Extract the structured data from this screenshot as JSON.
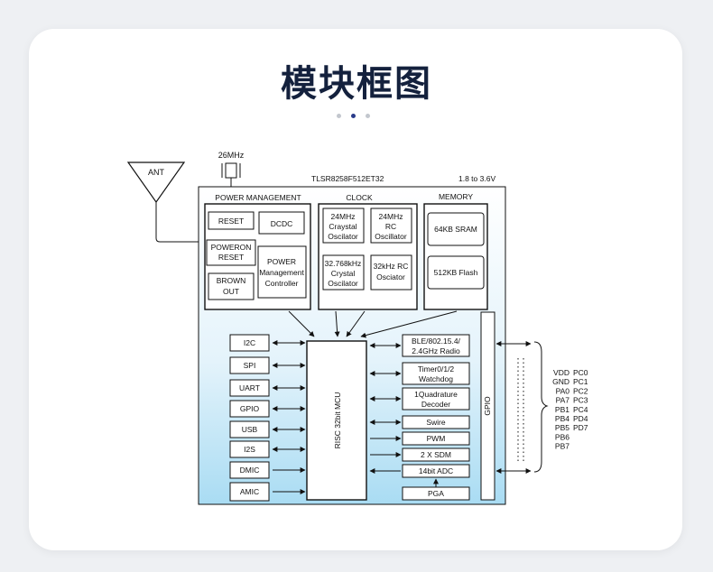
{
  "header": {
    "title": "模块框图"
  },
  "pager": {
    "dots": 3,
    "active_index": 1
  },
  "diagram": {
    "antenna": "ANT",
    "crystal_freq": "26MHz",
    "chip_name": "TLSR8258F512ET32",
    "voltage": "1.8 to 3.6V",
    "power_management": {
      "title": "POWER MANAGEMENT",
      "reset": "RESET",
      "dcdc": "DCDC",
      "poweron_1": "POWERON",
      "poweron_2": "RESET",
      "brownout_1": "BROWN",
      "brownout_2": "OUT",
      "controller_1": "POWER",
      "controller_2": "Management",
      "controller_3": "Controller"
    },
    "clock": {
      "title": "CLOCK",
      "osc1_1": "24MHz",
      "osc1_2": "Craystal",
      "osc1_3": "Oscilator",
      "osc2_1": "24MHz",
      "osc2_2": "RC",
      "osc2_3": "Oscillator",
      "osc3_1": "32.768kHz",
      "osc3_2": "Crystal",
      "osc3_3": "Oscilator",
      "osc4_1": "32kHz RC",
      "osc4_2": "Osciator"
    },
    "memory": {
      "title": "MEMORY",
      "sram": "64KB SRAM",
      "flash": "512KB Flash"
    },
    "mcu": "RISC 32bit MCU",
    "gpio_bus": "GPIO",
    "left_interfaces": [
      "I2C",
      "SPI",
      "UART",
      "GPIO",
      "USB",
      "I2S",
      "DMIC",
      "AMIC"
    ],
    "right_blocks": {
      "radio_1": "BLE/802.15.4/",
      "radio_2": "2.4GHz Radio",
      "timer_1": "Timer0/1/2",
      "timer_2": "Watchdog",
      "decoder_1": "1Quadrature",
      "decoder_2": "Decoder",
      "swire": "Swire",
      "pwm": "PWM",
      "sdm": "2 X SDM",
      "adc": "14bit ADC",
      "pga": "PGA"
    },
    "pins_col1": [
      "VDD",
      "GND",
      "PA0",
      "PA7",
      "PB1",
      "PB4",
      "PB5",
      "PB6",
      "PB7"
    ],
    "pins_col2": [
      "PC0",
      "PC1",
      "PC2",
      "PC3",
      "PC4",
      "PD4",
      "PD7"
    ]
  }
}
